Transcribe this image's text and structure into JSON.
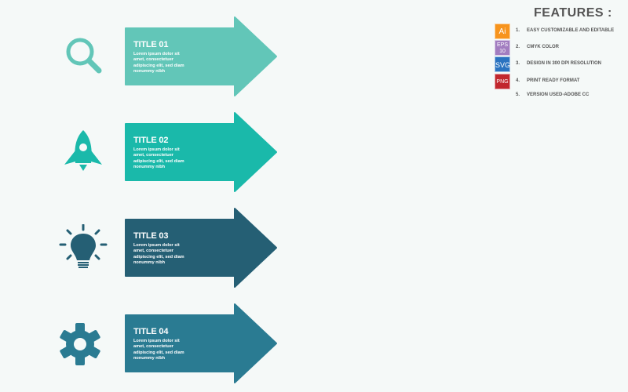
{
  "items": [
    {
      "title": "TITLE 01",
      "body": "Lorem ipsum dolor sit amet, consectetuer adipiscing elit, sed diam nonummy nibh",
      "color": "#62c6b8",
      "icon": "search-icon"
    },
    {
      "title": "TITLE 02",
      "body": "Lorem ipsum dolor sit amet, consectetuer adipiscing elit, sed diam nonummy nibh",
      "color": "#1ab9aa",
      "icon": "rocket-icon"
    },
    {
      "title": "TITLE 03",
      "body": "Lorem ipsum dolor sit amet, consectetuer adipiscing elit, sed diam nonummy nibh",
      "color": "#255f74",
      "icon": "lightbulb-icon"
    },
    {
      "title": "TITLE 04",
      "body": "Lorem ipsum dolor sit amet, consectetuer adipiscing elit, sed diam nonummy nibh",
      "color": "#2a7b92",
      "icon": "gear-icon"
    }
  ],
  "features": {
    "heading": "FEATURES :",
    "list": [
      {
        "badge": "Ai",
        "badge_color": "#f7941d",
        "num": "1.",
        "label": "EASY CUSTOMIZABLE AND EDITABLE"
      },
      {
        "badge": "EPS 10",
        "badge_color": "#a27dc0",
        "num": "2.",
        "label": "CMYK COLOR"
      },
      {
        "badge": "SVG",
        "badge_color": "#2a73c0",
        "num": "3.",
        "label": "DESIGN IN 300 DPI RESOLUTION"
      },
      {
        "badge": "PNG",
        "badge_color": "#c1272d",
        "num": "4.",
        "label": "PRINT READY FORMAT"
      },
      {
        "badge": "",
        "badge_color": "",
        "num": "5.",
        "label": "VERSION USED-ADOBE CC"
      }
    ]
  }
}
